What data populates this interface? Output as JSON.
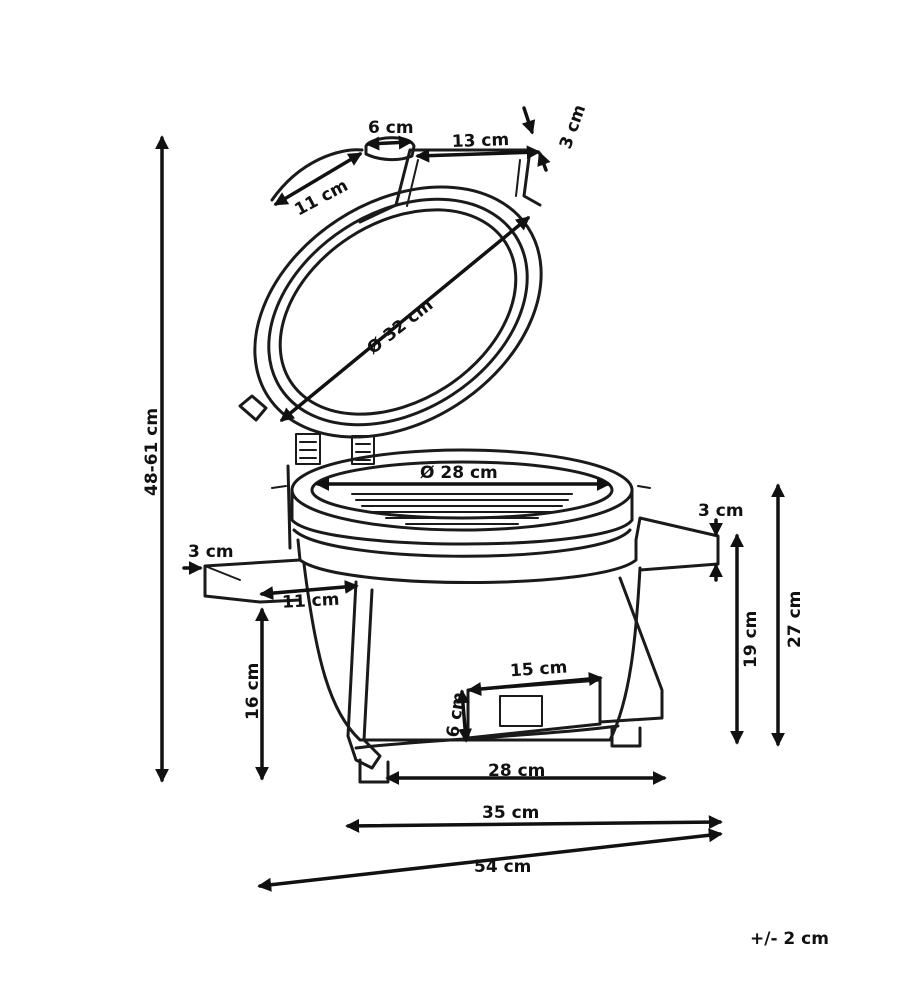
{
  "labels": {
    "lid_latch_width": "6 cm",
    "lid_handle_length": "13 cm",
    "lid_handle_height": "3 cm",
    "lid_vent": "11 cm",
    "lid_diameter": "Ø 32 cm",
    "grill_diameter": "Ø 28 cm",
    "left_handle_height": "3 cm",
    "left_handle_length": "11 cm",
    "right_handle_height": "3 cm",
    "total_height": "48-61 cm",
    "handle_floor_height": "16 cm",
    "right_handle_floor_height": "19 cm",
    "body_height": "27 cm",
    "door_width": "15 cm",
    "door_height": "6 cm",
    "base_depth": "28 cm",
    "body_width": "35 cm",
    "total_width": "54 cm",
    "tolerance": "+/- 2 cm"
  }
}
